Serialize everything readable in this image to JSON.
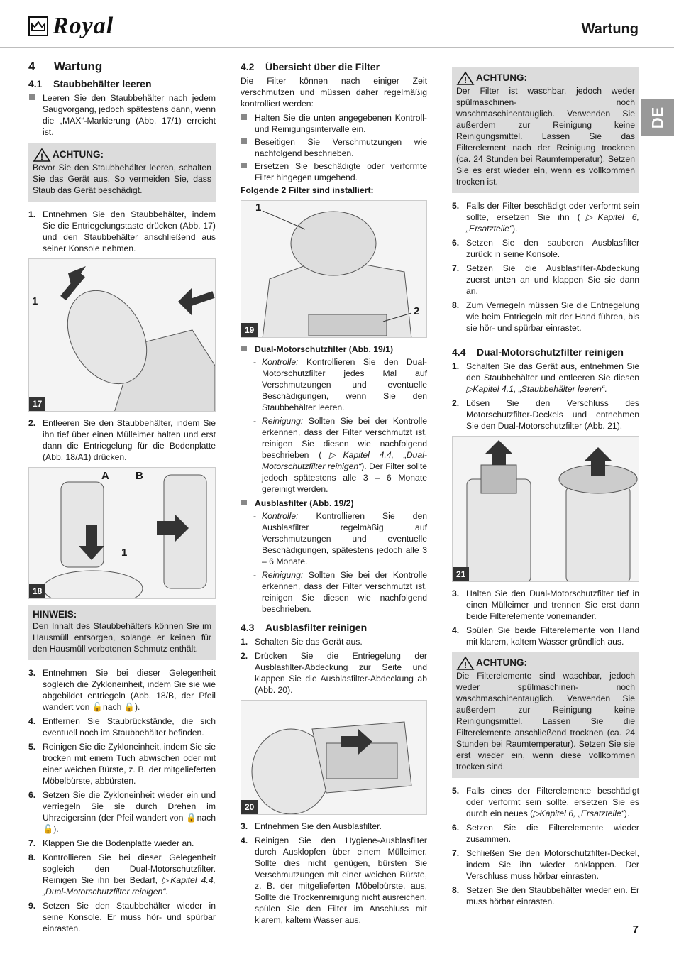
{
  "header": {
    "brand": "Royal",
    "title": "Wartung",
    "tab": "DE"
  },
  "c1": {
    "h1_num": "4",
    "h1": "Wartung",
    "h41_num": "4.1",
    "h41": "Staubbehälter leeren",
    "p1": "Leeren Sie den Staubbehälter nach jedem Saugvorgang, jedoch spätestens dann, wenn die „MAX“-Markierung (Abb. 17/1) erreicht ist.",
    "warn_title": "ACHTUNG:",
    "warn_text": "Bevor Sie den Staubbehälter leeren, schalten Sie das Gerät aus. So vermeiden Sie, dass Staub das Gerät beschädigt.",
    "s1_n": "1.",
    "s1": "Entnehmen Sie den Staubbehälter, indem Sie die Entriegelungstaste drücken (Abb. 17) und den Staubbehälter anschließend aus seiner Konsole nehmen.",
    "fig17": "17",
    "fig17_l1": "1",
    "s2_n": "2.",
    "s2": "Entleeren Sie den Staubbehälter, indem Sie ihn tief über einen Mülleimer halten und erst dann die Entriegelung für die Bodenplatte (Abb. 18/A1) drücken.",
    "fig18": "18",
    "fig18_a": "A",
    "fig18_b": "B",
    "fig18_l1": "1",
    "hint_title": "HINWEIS:",
    "hint_text": "Den Inhalt des Staubbehälters können Sie im Hausmüll entsorgen, solange er keinen für den Hausmüll verbotenen Schmutz enthält.",
    "s3_n": "3.",
    "s3a": "Entnehmen Sie bei dieser Gelegenheit sogleich die Zykloneinheit, indem Sie sie wie abgebildet entriegeln (Abb. 18/B, der Pfeil wandert von",
    "s3b": "nach",
    "s3c": ").",
    "s4_n": "4.",
    "s4": "Entfernen Sie Staubrückstände, die sich eventuell noch im Staubbehälter befinden.",
    "s5_n": "5.",
    "s5": "Reinigen Sie die Zykloneinheit, indem Sie sie trocken mit einem Tuch abwischen oder mit einer weichen Bürste, z. B. der mitgelieferten Möbelbürste, abbürsten.",
    "s6_n": "6.",
    "s6a": "Setzen Sie die Zykloneinheit wieder ein und verriegeln Sie sie durch Drehen im Uhrzeigersinn (der Pfeil wandert von",
    "s6b": "nach",
    "s6c": ").",
    "s7_n": "7.",
    "s7": "Klappen Sie die Bodenplatte wieder an.",
    "s8_n": "8.",
    "s8a": "Kontrollieren Sie bei dieser Gelegenheit sogleich den Dual-Motorschutzfilter. Reinigen Sie ihn bei Bedarf,",
    "s8b": "▷Kapitel 4.4, „Dual-Motorschutzfilter reinigen“.",
    "s9_n": "9.",
    "s9": "Setzen Sie den Staubbehälter wieder in seine Konsole. Er muss hör- und spürbar einrasten."
  },
  "c2": {
    "h42_num": "4.2",
    "h42": "Übersicht über die Filter",
    "p1": "Die Filter können nach einiger Zeit verschmutzen und müssen daher regelmäßig kontrolliert werden:",
    "b1": "Halten Sie die unten angegebenen Kontroll- und Reinigungsintervalle ein.",
    "b2": "Beseitigen Sie Verschmutzungen wie nachfolgend beschrieben.",
    "b3": "Ersetzen Sie beschädigte oder verformte Filter hingegen umgehend.",
    "installed": "Folgende 2 Filter sind installiert:",
    "fig19": "19",
    "fig19_l1": "1",
    "fig19_l2": "2",
    "f1_title": "Dual-Motorschutzfilter (Abb. 19/1)",
    "f1_k_label": "Kontrolle:",
    "f1_k": "Kontrollieren Sie den Dual-Motorschutzfilter jedes Mal auf Verschmutzungen und eventuelle Beschädigungen, wenn Sie den Staubbehälter leeren.",
    "f1_r_label": "Reinigung:",
    "f1_r1": "Sollten Sie bei der Kontrolle erkennen, dass der Filter verschmutzt ist, reinigen Sie diesen wie nachfolgend beschrieben (",
    "f1_r_ref": "▷Kapitel 4.4, „Dual-Motorschutzfilter reinigen“",
    "f1_r2": "). Der Filter sollte jedoch spätestens alle 3 – 6 Monate gereinigt werden.",
    "f2_title": "Ausblasfilter (Abb. 19/2)",
    "f2_k_label": "Kontrolle:",
    "f2_k": "Kontrollieren Sie den Ausblasfilter regelmäßig auf Verschmutzungen und eventuelle Beschädigungen, spätestens jedoch alle 3 – 6 Monate.",
    "f2_r_label": "Reinigung:",
    "f2_r": "Sollten Sie bei der Kontrolle erkennen, dass der Filter verschmutzt ist, reinigen Sie diesen wie nachfolgend beschrieben.",
    "h43_num": "4.3",
    "h43": "Ausblasfilter reinigen",
    "s1_n": "1.",
    "s1": "Schalten Sie das Gerät aus.",
    "s2_n": "2.",
    "s2": "Drücken Sie die Entriegelung der Ausblasfilter-Abdeckung zur Seite und klappen Sie die Ausblasfilter-Abdeckung ab (Abb. 20).",
    "fig20": "20",
    "s3_n": "3.",
    "s3": "Entnehmen Sie den Ausblasfilter.",
    "s4_n": "4.",
    "s4": "Reinigen Sie den Hygiene-Ausblasfilter durch Ausklopfen über einem Mülleimer. Sollte dies nicht genügen, bürsten Sie Verschmutzungen mit einer weichen Bürste, z. B. der mitgelieferten Möbelbürste, aus. Sollte die Trockenreinigung nicht ausreichen, spülen Sie den Filter im Anschluss mit klarem, kaltem Wasser aus."
  },
  "c3": {
    "warn1_title": "ACHTUNG:",
    "warn1_text": "Der Filter ist waschbar, jedoch weder spülmaschinen- noch waschmaschinentauglich. Verwenden Sie außerdem zur Reinigung keine Reinigungsmittel. Lassen Sie das Filterelement nach der Reinigung trocknen (ca. 24 Stunden bei Raumtemperatur). Setzen Sie es erst wieder ein, wenn es vollkommen trocken ist.",
    "s5_n": "5.",
    "s5a": "Falls der Filter beschädigt oder verformt sein sollte, ersetzen Sie ihn (",
    "s5b": "▷Kapitel 6, „Ersatzteile“",
    "s5c": ").",
    "s6_n": "6.",
    "s6": "Setzen Sie den sauberen Ausblasfilter zurück in seine Konsole.",
    "s7_n": "7.",
    "s7": "Setzen Sie die Ausblasfilter-Abdeckung zuerst unten an und klappen Sie sie dann an.",
    "s8_n": "8.",
    "s8": "Zum Verriegeln müssen Sie die Entriegelung wie beim Entriegeln mit der Hand führen, bis sie hör- und spürbar einrastet.",
    "h44_num": "4.4",
    "h44": "Dual-Motorschutzfilter reinigen",
    "t1_n": "1.",
    "t1a": "Schalten Sie das Gerät aus, entnehmen Sie den Staubbehälter und entleeren Sie diesen",
    "t1b": "▷Kapitel 4.1, „Staubbehälter leeren“",
    "t1c": ".",
    "t2_n": "2.",
    "t2": "Lösen Sie den Verschluss des Motorschutzfilter-Deckels und entnehmen Sie den Dual-Motorschutzfilter (Abb. 21).",
    "fig21": "21",
    "t3_n": "3.",
    "t3": "Halten Sie den Dual-Motorschutzfilter tief in einen Mülleimer und trennen Sie erst dann beide Filterelemente voneinander.",
    "t4_n": "4.",
    "t4": "Spülen Sie beide Filterelemente von Hand mit klarem, kaltem Wasser gründlich aus.",
    "warn2_title": "ACHTUNG:",
    "warn2_text": "Die Filterelemente sind waschbar, jedoch weder spülmaschinen- noch waschmaschinentauglich. Verwenden Sie außerdem zur Reinigung keine Reinigungsmittel. Lassen Sie die Filterelemente anschließend trocknen (ca. 24 Stunden bei Raumtemperatur). Setzen Sie sie erst wieder ein, wenn diese vollkommen trocken sind.",
    "t5_n": "5.",
    "t5a": "Falls eines der Filterelemente beschädigt oder verformt sein sollte, ersetzen Sie es durch ein neues (",
    "t5b": "▷Kapitel 6, „Ersatzteile“",
    "t5c": ").",
    "t6_n": "6.",
    "t6": "Setzen Sie die Filterelemente wieder zusammen.",
    "t7_n": "7.",
    "t7": "Schließen Sie den Motorschutzfilter-Deckel, indem Sie ihn wieder anklappen. Der Verschluss muss hörbar einrasten.",
    "t8_n": "8.",
    "t8": "Setzen Sie den Staubbehälter wieder ein. Er muss hörbar einrasten."
  },
  "page": "7"
}
